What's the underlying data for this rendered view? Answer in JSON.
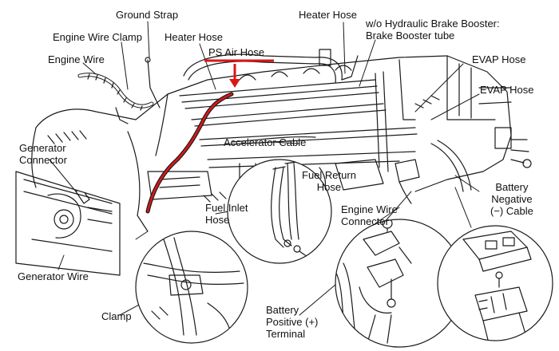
{
  "colors": {
    "ink": "#1a1a1a",
    "highlight": "#d81818",
    "background": "#ffffff"
  },
  "labels": {
    "ground_strap": "Ground Strap",
    "heater_hose_top": "Heater Hose",
    "brake_booster_line1": "w/o Hydraulic Brake Booster:",
    "brake_booster_line2": "Brake Booster tube",
    "engine_wire_clamp": "Engine Wire Clamp",
    "heater_hose": "Heater Hose",
    "ps_air_hose": "PS Air Hose",
    "evap_hose_1": "EVAP Hose",
    "evap_hose_2": "EVAP Hose",
    "engine_wire": "Engine Wire",
    "accelerator_cable": "Accelerator Cable",
    "generator_connector_line1": "Generator",
    "generator_connector_line2": "Connector",
    "fuel_return_line1": "Fuel Return",
    "fuel_return_line2": "Hose",
    "battery_negative_line1": "Battery",
    "battery_negative_line2": "Negative",
    "battery_negative_line3": "(−) Cable",
    "fuel_inlet_line1": "Fuel Inlet",
    "fuel_inlet_line2": "Hose",
    "engine_wire_connector_line1": "Engine Wire",
    "engine_wire_connector_line2": "Connector",
    "generator_wire": "Generator Wire",
    "clamp": "Clamp",
    "battery_positive_line1": "Battery",
    "battery_positive_line2": "Positive (+)",
    "battery_positive_line3": "Terminal"
  }
}
